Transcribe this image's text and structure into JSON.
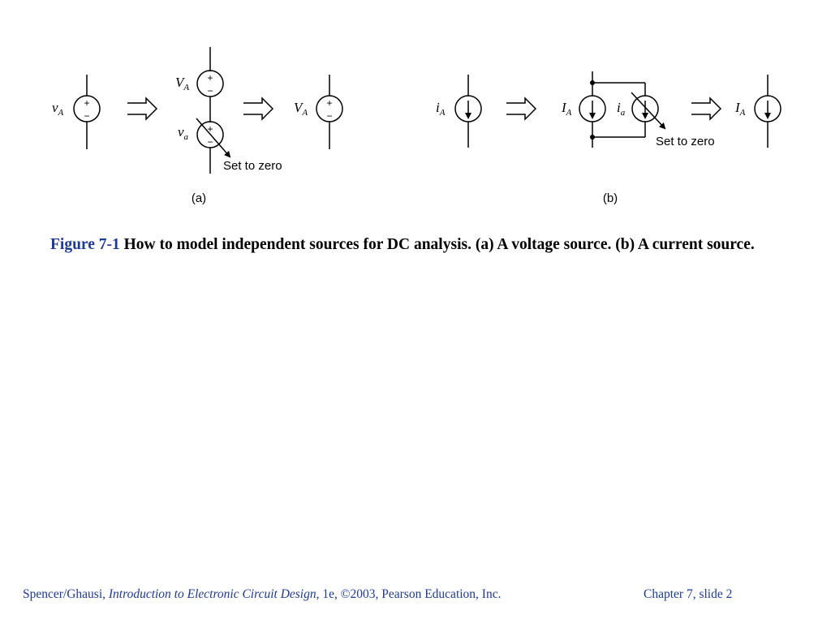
{
  "diagram": {
    "part_a": {
      "label": "(a)",
      "source_label": "v",
      "source_sub": "A",
      "dc_label": "V",
      "dc_sub": "A",
      "ac_label": "v",
      "ac_sub": "a",
      "result_label": "V",
      "result_sub": "A",
      "plus_sign": "+",
      "minus_sign": "−",
      "set_to_zero": "Set to zero"
    },
    "part_b": {
      "label": "(b)",
      "source_label": "i",
      "source_sub": "A",
      "dc_label": "I",
      "dc_sub": "A",
      "ac_label": "i",
      "ac_sub": "a",
      "result_label": "I",
      "result_sub": "A",
      "set_to_zero": "Set to zero"
    }
  },
  "caption": {
    "figure_label": "Figure 7-1",
    "text": "How to model independent sources for DC analysis. (a) A voltage source. (b) A current source."
  },
  "footer": {
    "authors": "Spencer/Ghausi,",
    "book_title": "Introduction to Electronic Circuit Design",
    "edition": ", 1e, ©2003, Pearson Education, Inc.",
    "slide": "Chapter 7, slide 2"
  }
}
